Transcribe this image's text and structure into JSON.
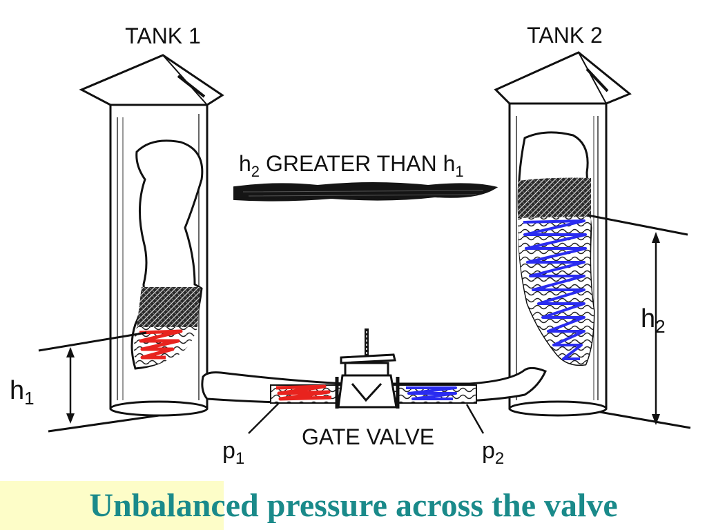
{
  "diagram": {
    "tank1_label": "TANK 1",
    "tank2_label": "TANK 2",
    "headline": {
      "h2": "h",
      "h2_sub": "2",
      "middle": " GREATER THAN h",
      "h1_sub": "1"
    },
    "h1_label": {
      "base": "h",
      "sub": "1"
    },
    "h2_label": {
      "base": "h",
      "sub": "2"
    },
    "p1_label": {
      "base": "p",
      "sub": "1"
    },
    "p2_label": {
      "base": "p",
      "sub": "2"
    },
    "valve_label": "GATE VALVE",
    "colors": {
      "high_pressure": "#e8231e",
      "low_pressure": "#2a2cf0",
      "ink": "#111111"
    }
  },
  "caption": {
    "text": "Unbalanced pressure across the valve",
    "color": "#1a8a8a",
    "highlight": "#fdfdc8"
  }
}
